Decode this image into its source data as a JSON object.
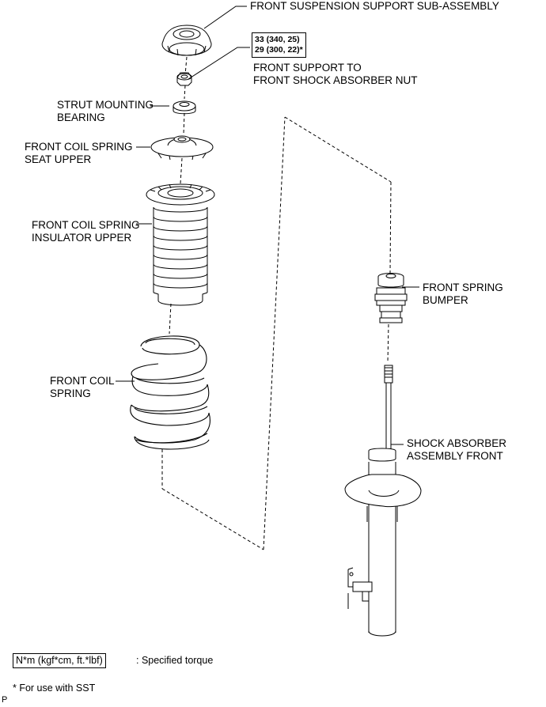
{
  "labels": {
    "support": "FRONT SUSPENSION SUPPORT SUB-ASSEMBLY",
    "nut_line1": "FRONT SUPPORT TO",
    "nut_line2": "FRONT SHOCK ABSORBER NUT",
    "bearing_line1": "STRUT MOUNTING",
    "bearing_line2": "BEARING",
    "seat_line1": "FRONT COIL SPRING",
    "seat_line2": "SEAT UPPER",
    "insulator_line1": "FRONT COIL SPRING",
    "insulator_line2": "INSULATOR UPPER",
    "spring_line1": "FRONT COIL",
    "spring_line2": "SPRING",
    "bumper_line1": "FRONT SPRING",
    "bumper_line2": "BUMPER",
    "absorber_line1": "SHOCK ABSORBER",
    "absorber_line2": "ASSEMBLY FRONT"
  },
  "torque": {
    "line1": "33 (340, 25)",
    "line2": "29 (300, 22)*"
  },
  "legend": {
    "unit_box": "N*m (kgf*cm, ft.*lbf)",
    "unit_desc": ": Specified torque",
    "sst_note": "* For use with SST",
    "corner_mark": "P"
  }
}
